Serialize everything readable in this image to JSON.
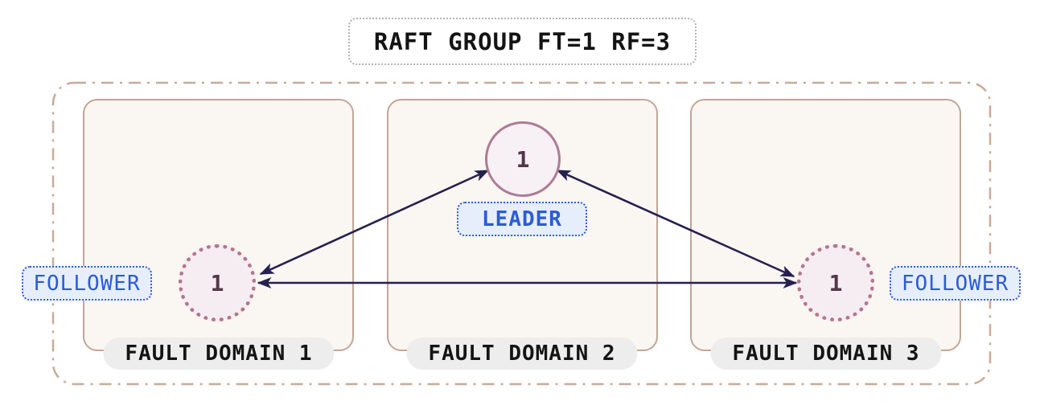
{
  "diagram": {
    "title": "RAFT GROUP FT=1 RF=3",
    "fault_domains": [
      {
        "label": "FAULT DOMAIN 1",
        "node_id": "1",
        "role": "FOLLOWER"
      },
      {
        "label": "FAULT DOMAIN 2",
        "node_id": "1",
        "role": "LEADER"
      },
      {
        "label": "FAULT DOMAIN 3",
        "node_id": "1",
        "role": "FOLLOWER"
      }
    ],
    "connections": [
      {
        "from": "leader",
        "to": "follower-1",
        "bidirectional": true
      },
      {
        "from": "leader",
        "to": "follower-3",
        "bidirectional": true
      },
      {
        "from": "follower-1",
        "to": "follower-3",
        "bidirectional": true
      }
    ],
    "colors": {
      "arrow": "#26204f",
      "outer_border": "#c9aa97",
      "domain_border": "#c3a696",
      "domain_fill": "#faf6f2",
      "leader_node_border": "#ad7b97",
      "follower_node_border": "#b5758f",
      "node_fill": "#f7f0f4",
      "node_text": "#533748",
      "role_badge_bg": "#e7eefb",
      "role_badge_border": "#2f5ed5",
      "role_badge_text": "#2b5cd6",
      "domain_pill_bg": "#ededed",
      "title_border": "#b4b4b4",
      "title_text": "#141414"
    }
  }
}
